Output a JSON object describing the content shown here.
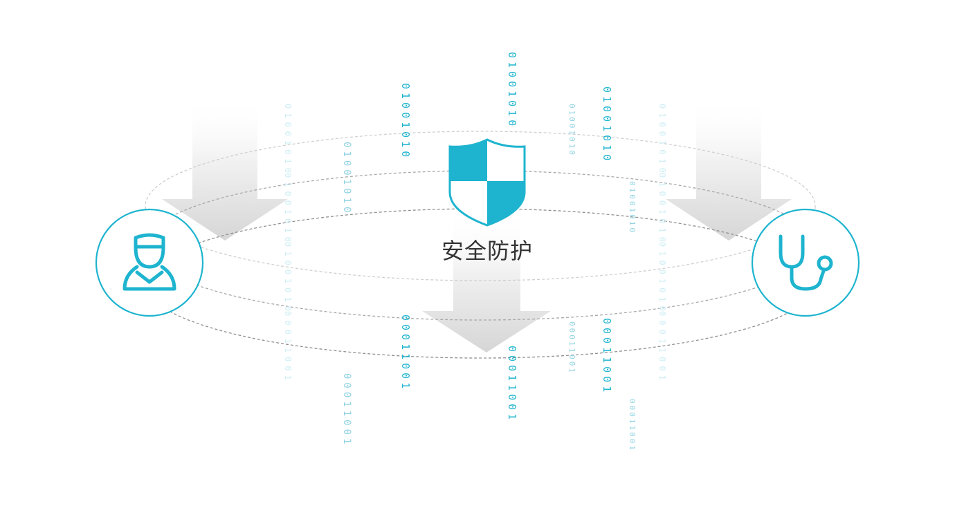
{
  "title": "安全防护",
  "accent_color": "#1eb4cf",
  "icons": {
    "left": "doctor-avatar-icon",
    "right": "stethoscope-icon",
    "center": "shield-icon"
  },
  "binary_columns": [
    {
      "top": "01001010",
      "bottom": "00011001",
      "tone": "faint"
    },
    {
      "top": "01001010",
      "bottom": "00011001",
      "tone": "light"
    },
    {
      "top": "01001010",
      "bottom": "00011001",
      "tone": "dark"
    },
    {
      "top": "01001010",
      "bottom": "00011001",
      "tone": "dark"
    },
    {
      "top": "01001010",
      "bottom": "00011001",
      "tone": "light"
    },
    {
      "top": "01001010",
      "bottom": "00011001",
      "tone": "dark"
    },
    {
      "top": "01001010",
      "bottom": "00011001",
      "tone": "light"
    },
    {
      "top": "01001010",
      "bottom": "00011001",
      "tone": "faint"
    }
  ]
}
